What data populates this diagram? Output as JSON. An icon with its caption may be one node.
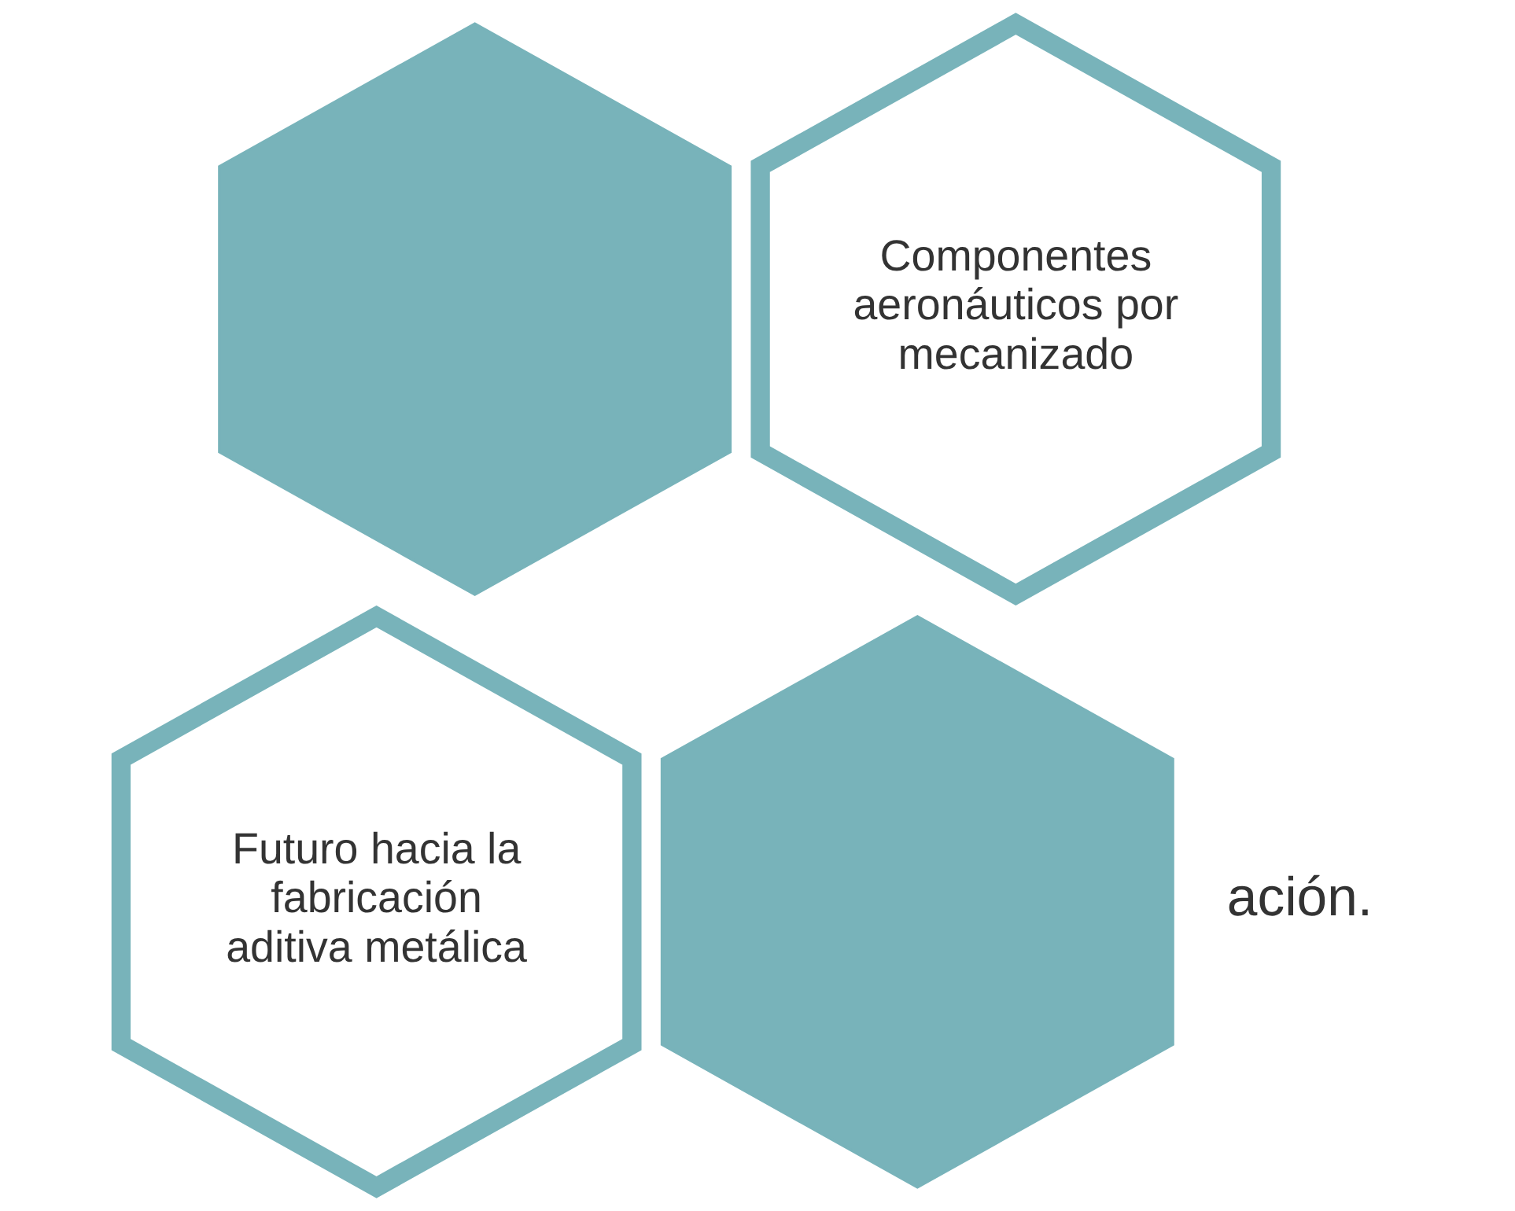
{
  "diagram": {
    "nodes": [
      {
        "text": [],
        "shape": "hexagon"
      },
      {
        "text": [
          "Componentes aeronáuticos por mecanizado"
        ]
      },
      {
        "text": [
          "Futuro hacia la fabricación aditiva metálica"
        ]
      },
      {
        "text": [],
        "shape": "hexagon"
      }
    ],
    "labels": [
      "ación."
    ]
  }
}
